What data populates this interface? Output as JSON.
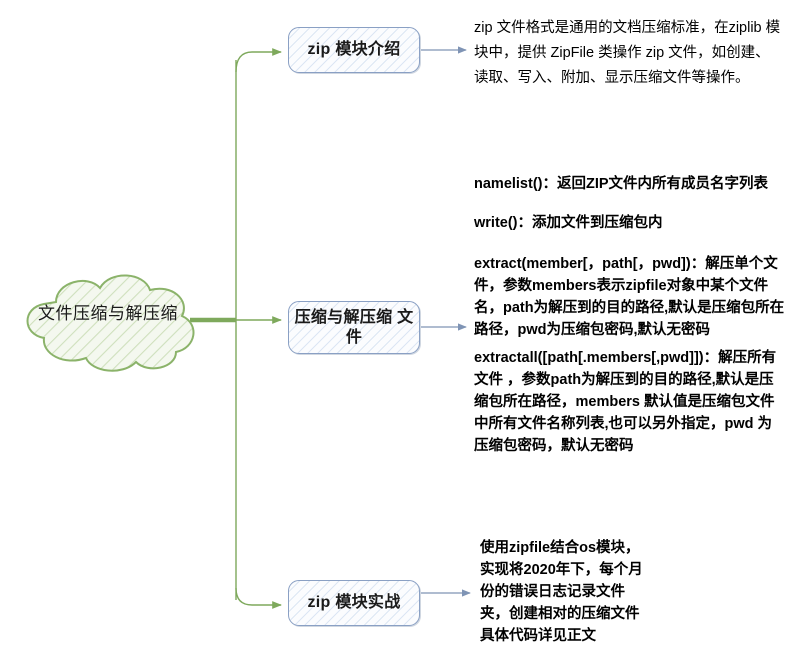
{
  "diagram": {
    "type": "mind-map",
    "root": {
      "label": "文件压缩与解压缩",
      "shape": "cloud",
      "fill": "#eef5e8",
      "stroke": "#8bb36a"
    },
    "branch_color": "#8bb36a",
    "leader_color": "#7f94b5",
    "topics": [
      {
        "id": "topic-1",
        "label": "zip 模块介绍",
        "shape": "rounded-rect",
        "stroke": "#8aa0c4"
      },
      {
        "id": "topic-2",
        "label": "压缩与解压缩\n文件",
        "shape": "rounded-rect",
        "stroke": "#8aa0c4"
      },
      {
        "id": "topic-3",
        "label": "zip 模块实战",
        "shape": "rounded-rect",
        "stroke": "#8aa0c4"
      }
    ],
    "notes": [
      {
        "id": "note-1",
        "topic": "topic-1",
        "text": "zip 文件格式是通用的文档压缩标准，在ziplib 模块中，提供 ZipFile 类操作 zip 文件，如创建、读取、写入、附加、显示压缩文件等操作。"
      },
      {
        "id": "note-2",
        "topic": "topic-2",
        "text": "namelist()：返回ZIP文件内所有成员名字列表"
      },
      {
        "id": "note-3",
        "topic": "topic-2",
        "text": "write()：添加文件到压缩包内"
      },
      {
        "id": "note-4",
        "topic": "topic-2",
        "text": "extract(member[，path[，pwd])：解压单个文件，参数members表示zipfile对象中某个文件名，path为解压到的目的路径,默认是压缩包所在路径，pwd为压缩包密码,默认无密码"
      },
      {
        "id": "note-5",
        "topic": "topic-2",
        "text": "extractall([path[.members[,pwd]])：解压所有文件 ，参数path为解压到的目的路径,默认是压缩包所在路径，members 默认值是压缩包文件中所有文件名称列表,也可以另外指定，pwd 为压缩包密码，默认无密码"
      },
      {
        "id": "note-6",
        "topic": "topic-3",
        "text": "使用zipfile结合os模块，\n实现将2020年下，每个月\n份的错误日志记录文件\n夹，创建相对的压缩文件\n具体代码详见正文"
      }
    ]
  }
}
